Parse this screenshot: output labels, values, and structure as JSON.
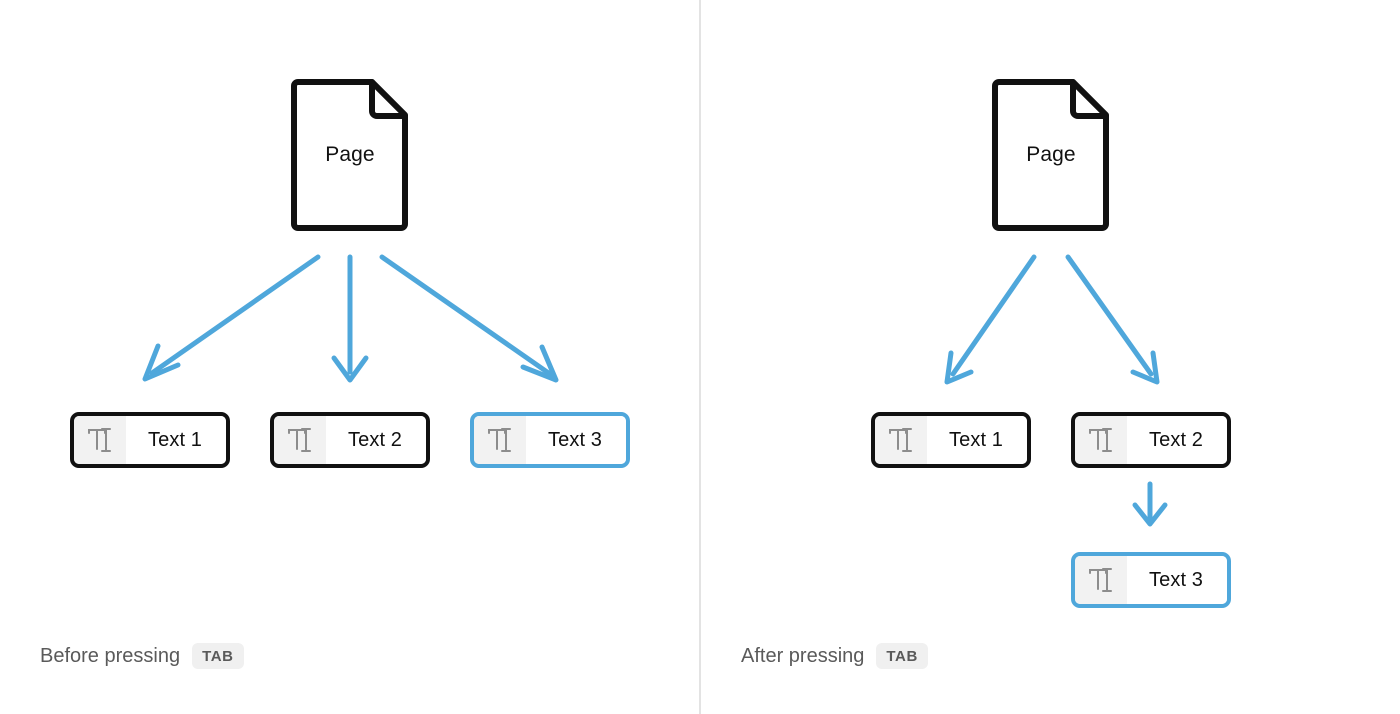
{
  "diagram": {
    "type": "before-after-comparison",
    "description": "Pressing TAB nests the selected text node under the preceding sibling node",
    "colors": {
      "arrow": "#4FA7DB",
      "selection": "#4FA7DB",
      "node_border": "#111111",
      "icon_cell_background": "#f2f2f2",
      "icon": "#8d8d8d",
      "divider": "#e3e3e3",
      "caption_text": "#5a5a5a",
      "badge_background": "#f0f0f0",
      "canvas": "#ffffff"
    }
  },
  "panels": [
    {
      "id": "before",
      "caption_text": "Before pressing",
      "caption_key": "TAB",
      "root": {
        "label": "Page",
        "icon": "document-page-icon"
      },
      "nodes": [
        {
          "id": "text1",
          "label": "Text 1",
          "icon": "text-field-icon",
          "selected": false,
          "depth": 1
        },
        {
          "id": "text2",
          "label": "Text 2",
          "icon": "text-field-icon",
          "selected": false,
          "depth": 1
        },
        {
          "id": "text3",
          "label": "Text 3",
          "icon": "text-field-icon",
          "selected": true,
          "depth": 1
        }
      ],
      "edges": [
        {
          "from": "Page",
          "to": "Text 1",
          "direction": "down-left"
        },
        {
          "from": "Page",
          "to": "Text 2",
          "direction": "down"
        },
        {
          "from": "Page",
          "to": "Text 3",
          "direction": "down-right"
        }
      ]
    },
    {
      "id": "after",
      "caption_text": "After pressing",
      "caption_key": "TAB",
      "root": {
        "label": "Page",
        "icon": "document-page-icon"
      },
      "nodes": [
        {
          "id": "text1",
          "label": "Text 1",
          "icon": "text-field-icon",
          "selected": false,
          "depth": 1
        },
        {
          "id": "text2",
          "label": "Text 2",
          "icon": "text-field-icon",
          "selected": false,
          "depth": 1
        },
        {
          "id": "text3",
          "label": "Text 3",
          "icon": "text-field-icon",
          "selected": true,
          "depth": 2
        }
      ],
      "edges": [
        {
          "from": "Page",
          "to": "Text 1",
          "direction": "down-left"
        },
        {
          "from": "Page",
          "to": "Text 2",
          "direction": "down-right"
        },
        {
          "from": "Text 2",
          "to": "Text 3",
          "direction": "down"
        }
      ]
    }
  ]
}
